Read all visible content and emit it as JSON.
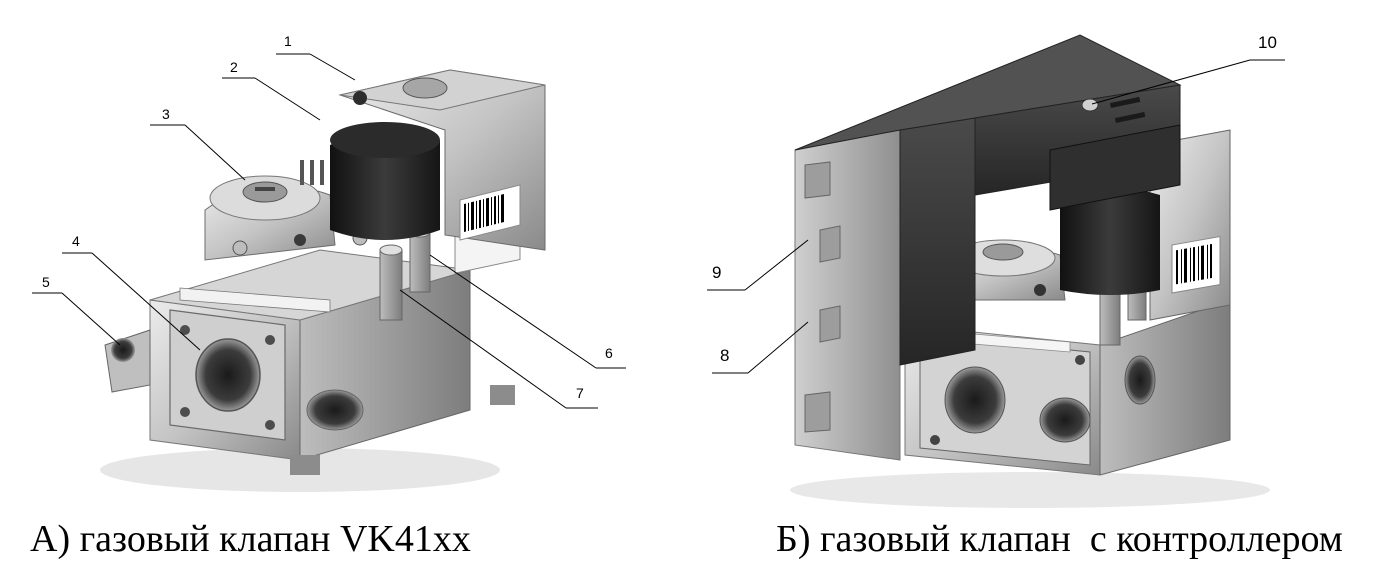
{
  "figure_a": {
    "caption": "А) газовый клапан VK41xx",
    "callouts": [
      "1",
      "2",
      "3",
      "4",
      "5",
      "6",
      "7"
    ]
  },
  "figure_b": {
    "caption": "Б) газовый клапан  с контроллером",
    "callouts": [
      "8",
      "9",
      "10"
    ]
  },
  "colors": {
    "metal_light": "#d9d9d9",
    "metal_mid": "#a8a8a8",
    "metal_dark": "#6e6e6e",
    "coil_black": "#1c1c1c",
    "housing_dark": "#3a3a3a",
    "housing_side": "#b5b5b5",
    "leader_line": "#000000"
  }
}
